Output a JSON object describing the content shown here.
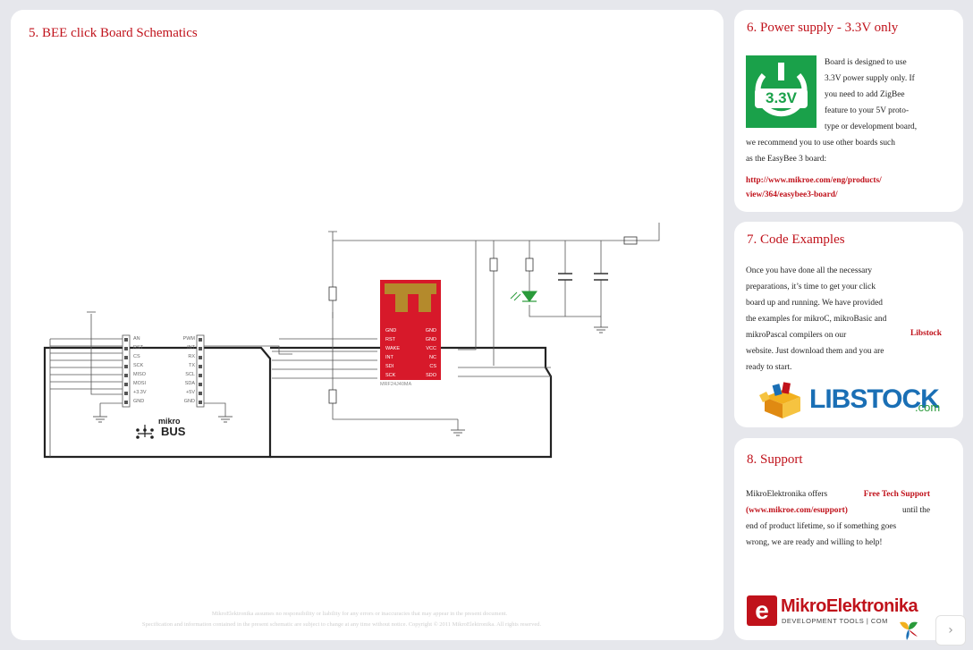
{
  "schematic": {
    "title": "5. BEE click Board Schematics",
    "footer_line1": "MikroElektronika assumes no responsibility or liability for any errors or inaccuracies that may appear in the present document.",
    "footer_line2": "Specification and information contained in the present schematic are subject to change at any time without notice. Copyright © 2011 MikroElektronika. All rights reserved.",
    "mikrobus_logo_small": "mikro",
    "mikrobus_logo_big": "BUS",
    "left_header_pins": [
      "AN",
      "RST",
      "CS",
      "SCK",
      "MISO",
      "MOSI",
      "+3.3V",
      "GND"
    ],
    "right_header_pins": [
      "PWM",
      "INT",
      "RX",
      "TX",
      "SCL",
      "SDA",
      "+5V",
      "GND"
    ],
    "module_left_pins": [
      "GND",
      "RST",
      "WAKE",
      "INT",
      "SDI",
      "SCK"
    ],
    "module_right_pins": [
      "GND",
      "GND",
      "VCC",
      "NC",
      "CS",
      "SDO"
    ],
    "module_label": "MRF24J40MA",
    "accent_color": "#c0121b",
    "module_color": "#d7192a"
  },
  "power": {
    "title": "6. Power supply - 3.3V only",
    "icon_label": "3.3V",
    "icon_color": "#1aa14a",
    "lines": [
      "Board is designed to use",
      "3.3V power supply only. If",
      "you need to add ZigBee",
      "feature to your 5V proto-",
      "type or development board,",
      "we recommend you to use other boards such",
      "as the EasyBee 3 board:"
    ],
    "link_line1": "http://www.mikroe.com/eng/products/",
    "link_line2": "view/364/easybee3-board/"
  },
  "code": {
    "title": "7. Code Examples",
    "lines": [
      "Once you have done all the necessary",
      "preparations, it’s time to get your click",
      "board up and running. We have provided",
      "the examples for mikroC, mikroBasic and",
      "mikroPascal compilers on our",
      "website. Just download them and you are",
      "ready to start."
    ],
    "inline_link": "Libstock",
    "logo_word": "LIBSTOCK",
    "logo_suffix": ".com"
  },
  "support": {
    "title": "8. Support",
    "line1_prefix": "MikroElektronika offers",
    "line1_link": "Free Tech Support",
    "line2_link": "(www.mikroe.com/esupport)",
    "line2_suffix": "until the",
    "line3": "end of product lifetime, so if something goes",
    "line4": "wrong, we are ready and willing to help!",
    "brand": "MikroElektronika",
    "brand_tag": "DEVELOPMENT TOOLS | COM"
  },
  "nav": {
    "next_glyph": "›"
  }
}
